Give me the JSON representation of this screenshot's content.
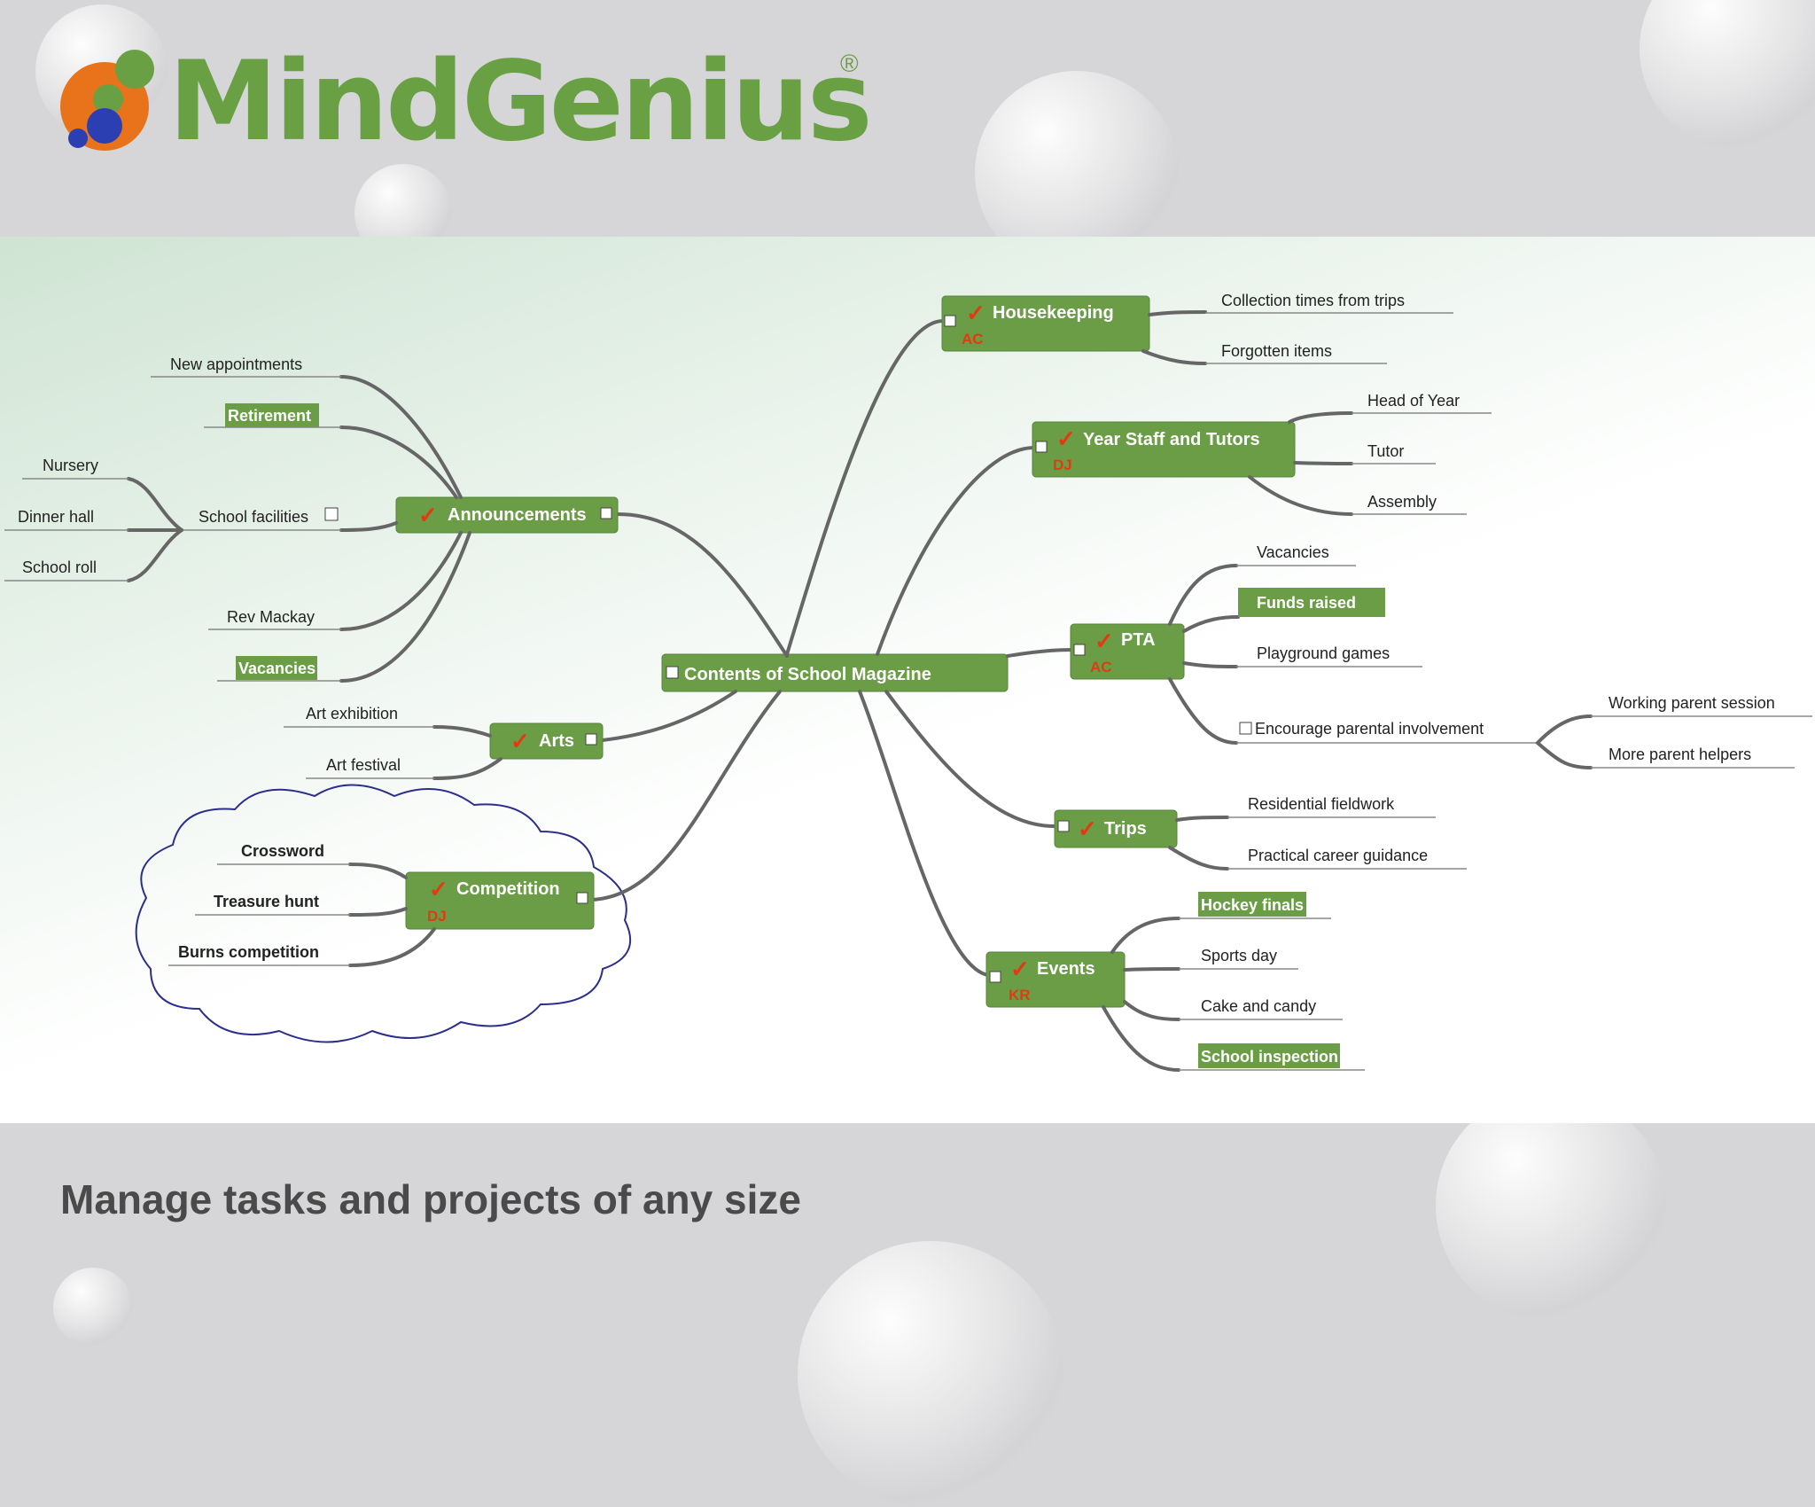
{
  "brand": {
    "name": "MindGenius",
    "registered": "®",
    "colors": {
      "green": "#69a044",
      "orange": "#e8731a",
      "blue": "#2c3fb2"
    }
  },
  "caption": "Manage tasks and projects of any size",
  "mindmap": {
    "central": "Contents of School Magazine",
    "branches": {
      "housekeeping": {
        "title": "Housekeeping",
        "owner": "AC",
        "children": [
          "Collection times from trips",
          "Forgotten items"
        ]
      },
      "year_staff": {
        "title": "Year Staff and Tutors",
        "owner": "DJ",
        "children": [
          "Head of Year",
          "Tutor",
          "Assembly"
        ]
      },
      "pta": {
        "title": "PTA",
        "owner": "AC",
        "children": [
          "Vacancies",
          "Funds raised",
          "Playground games",
          "Encourage parental involvement"
        ],
        "sub_children": [
          "Working parent session",
          "More parent helpers"
        ]
      },
      "trips": {
        "title": "Trips",
        "children": [
          "Residential fieldwork",
          "Practical career guidance"
        ]
      },
      "events": {
        "title": "Events",
        "owner": "KR",
        "children": [
          "Hockey finals",
          "Sports day",
          "Cake and candy",
          "School inspection"
        ]
      },
      "announcements": {
        "title": "Announcements",
        "children": [
          "New appointments",
          "Retirement",
          "School facilities",
          "Rev Mackay",
          "Vacancies"
        ],
        "sub_children": [
          "Nursery",
          "Dinner hall",
          "School roll"
        ]
      },
      "arts": {
        "title": "Arts",
        "children": [
          "Art exhibition",
          "Art festival"
        ]
      },
      "competition": {
        "title": "Competition",
        "owner": "DJ",
        "children": [
          "Crossword",
          "Treasure hunt",
          "Burns competition"
        ]
      }
    }
  }
}
